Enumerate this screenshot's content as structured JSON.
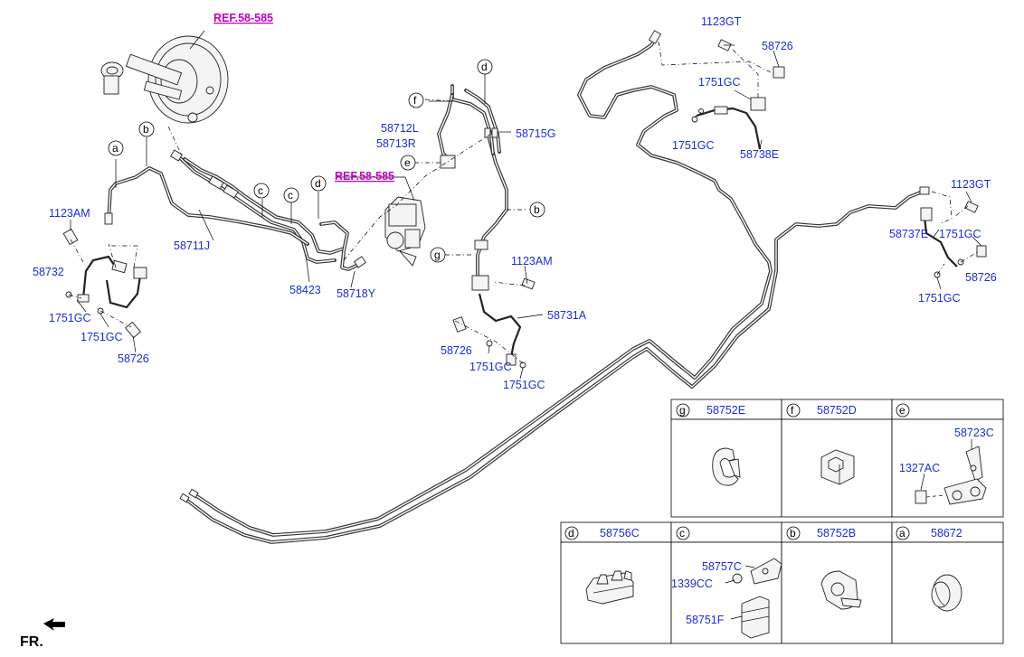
{
  "references": {
    "booster_ref": "REF.58-585",
    "abs_ref": "REF.58-585"
  },
  "part_numbers": {
    "bolt_1123GT_top": "1123GT",
    "bolt_58726_top": "58726",
    "gasket_1751GC_top_a": "1751GC",
    "gasket_1751GC_top_b": "1751GC",
    "hose_58738E": "58738E",
    "tube_58712L": "58712L",
    "tube_58713R": "58713R",
    "tube_58715G": "58715G",
    "bolt_1123AM_left": "1123AM",
    "tube_58711J": "58711J",
    "tube_58423": "58423",
    "tube_58718Y": "58718Y",
    "hose_58732": "58732",
    "gasket_1751GC_left_a": "1751GC",
    "gasket_1751GC_left_b": "1751GC",
    "bolt_58726_left": "58726",
    "bolt_1123AM_mid": "1123AM",
    "hose_58731A": "58731A",
    "bolt_58726_mid": "58726",
    "gasket_1751GC_mid_a": "1751GC",
    "gasket_1751GC_mid_b": "1751GC",
    "bolt_1123GT_right": "1123GT",
    "hose_58737E": "58737E",
    "gasket_1751GC_right_a": "1751GC",
    "bolt_58726_right": "58726",
    "gasket_1751GC_right_b": "1751GC"
  },
  "callouts": [
    "a",
    "b",
    "c",
    "c",
    "d",
    "d",
    "f",
    "e",
    "b",
    "g"
  ],
  "legend": {
    "row1": [
      {
        "letter": "g",
        "part": "58752E"
      },
      {
        "letter": "f",
        "part": "58752D"
      },
      {
        "letter": "e",
        "part": ""
      }
    ],
    "row2": [
      {
        "letter": "d",
        "part": "58756C"
      },
      {
        "letter": "c",
        "part": ""
      },
      {
        "letter": "b",
        "part": "58752B"
      },
      {
        "letter": "a",
        "part": "58672"
      }
    ],
    "e_sub": {
      "bracket": "58723C",
      "bolt": "1327AC"
    },
    "c_sub": {
      "clip": "58757C",
      "screw": "1339CC",
      "holder": "58751F"
    }
  },
  "direction_label": "FR."
}
